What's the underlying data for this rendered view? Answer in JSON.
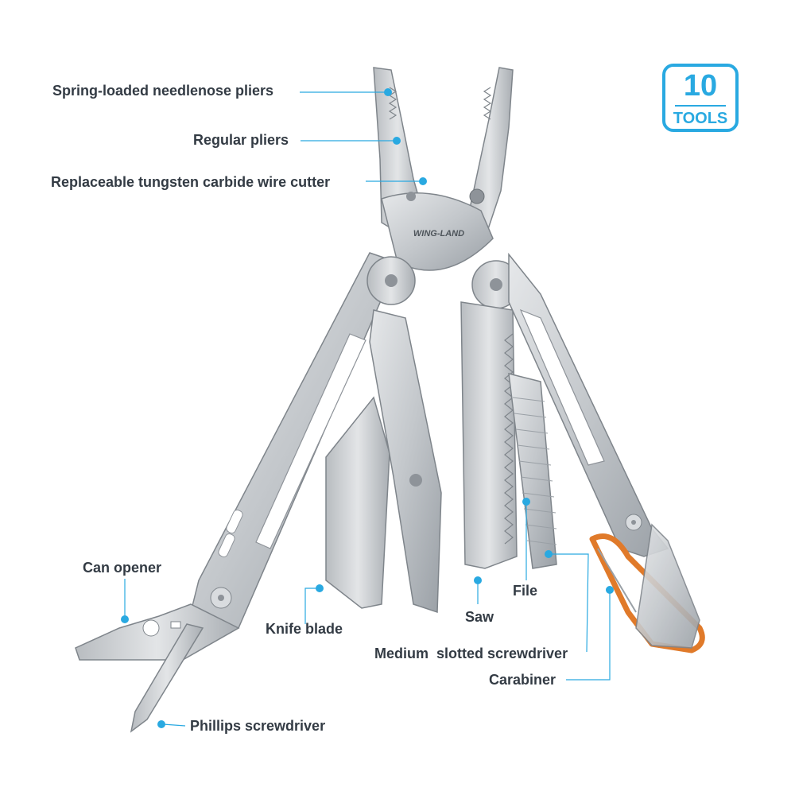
{
  "badge": {
    "number": "10",
    "word": "TOOLS"
  },
  "brand": "WING-LAND",
  "labels": {
    "needlenose_pliers": "Spring-loaded needlenose pliers",
    "regular_pliers": "Regular pliers",
    "wire_cutter": "Replaceable tungsten carbide wire cutter",
    "can_opener": "Can opener",
    "knife_blade": "Knife blade",
    "saw": "Saw",
    "file": "File",
    "slotted_screwdriver": "Medium  slotted screwdriver",
    "carabiner": "Carabiner",
    "phillips_screwdriver": "Phillips screwdriver"
  },
  "colors": {
    "accent": "#29a9e1",
    "steel": "#c9cccf",
    "steel_dark": "#8e9399",
    "carabiner_orange": "#e07a2a",
    "label_text": "#333b44"
  }
}
